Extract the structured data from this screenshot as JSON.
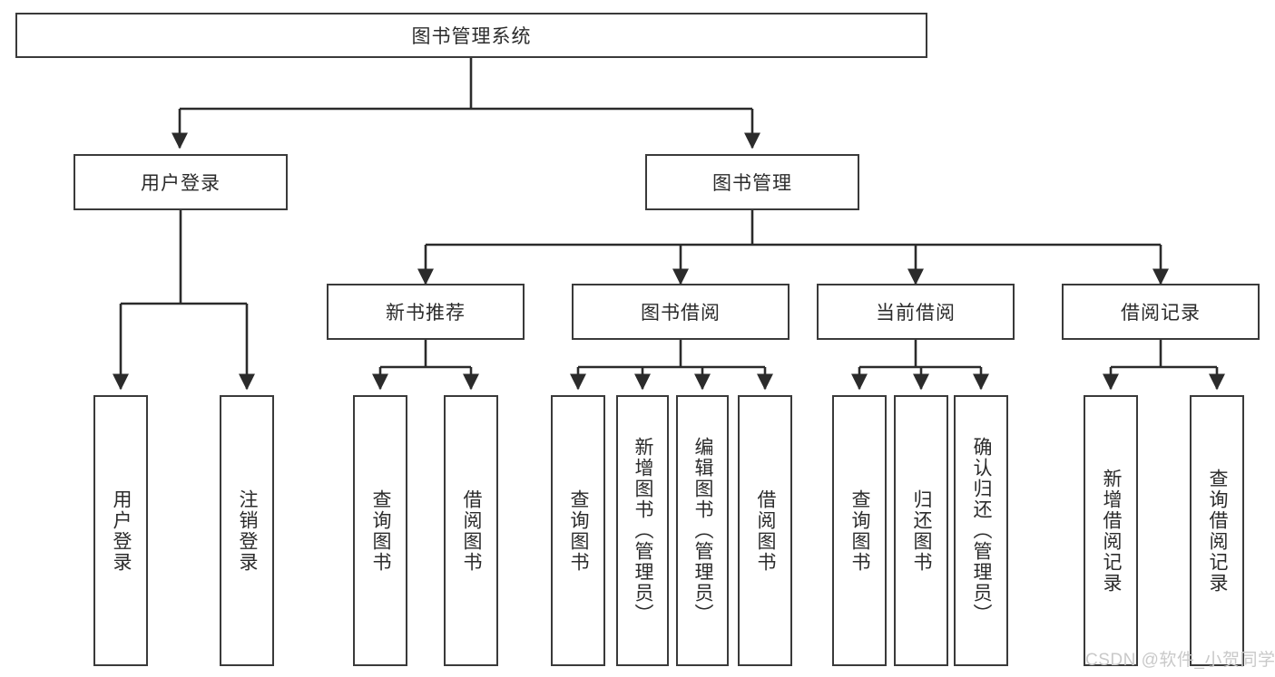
{
  "diagram": {
    "title": "图书管理系统",
    "type": "tree-hierarchy-diagram",
    "colors": {
      "box_border": "#3a3a3a",
      "box_fill": "#ffffff",
      "edge": "#2b2b2b",
      "text": "#2b2b2b",
      "watermark": "#c9c9c9",
      "background": "#ffffff"
    },
    "root": {
      "label": "图书管理系统"
    },
    "level2": [
      {
        "id": "user-login",
        "label": "用户登录"
      },
      {
        "id": "book-management",
        "label": "图书管理"
      }
    ],
    "level3": [
      {
        "id": "new-book-recommend",
        "label": "新书推荐"
      },
      {
        "id": "book-borrow",
        "label": "图书借阅"
      },
      {
        "id": "current-borrow",
        "label": "当前借阅"
      },
      {
        "id": "borrow-record",
        "label": "借阅记录"
      }
    ],
    "leaves": {
      "user_login": [
        {
          "id": "leaf-user-login",
          "label": "用户登录"
        },
        {
          "id": "leaf-logout-login",
          "label": "注销登录"
        }
      ],
      "new_book_recommend": [
        {
          "id": "leaf-query-book-1",
          "label": "查询图书"
        },
        {
          "id": "leaf-borrow-book-1",
          "label": "借阅图书"
        }
      ],
      "book_borrow": [
        {
          "id": "leaf-query-book-2",
          "label": "查询图书"
        },
        {
          "id": "leaf-add-book-admin",
          "label": "新增图书（管理员）"
        },
        {
          "id": "leaf-edit-book-admin",
          "label": "编辑图书（管理员）"
        },
        {
          "id": "leaf-borrow-book-2",
          "label": "借阅图书"
        }
      ],
      "current_borrow": [
        {
          "id": "leaf-query-book-3",
          "label": "查询图书"
        },
        {
          "id": "leaf-return-book",
          "label": "归还图书"
        },
        {
          "id": "leaf-confirm-return-admin",
          "label": "确认归还（管理员）"
        }
      ],
      "borrow_record": [
        {
          "id": "leaf-add-borrow-record",
          "label": "新增借阅记录"
        },
        {
          "id": "leaf-query-borrow-record",
          "label": "查询借阅记录"
        }
      ]
    },
    "watermark": "CSDN @软件_小贺同学"
  }
}
